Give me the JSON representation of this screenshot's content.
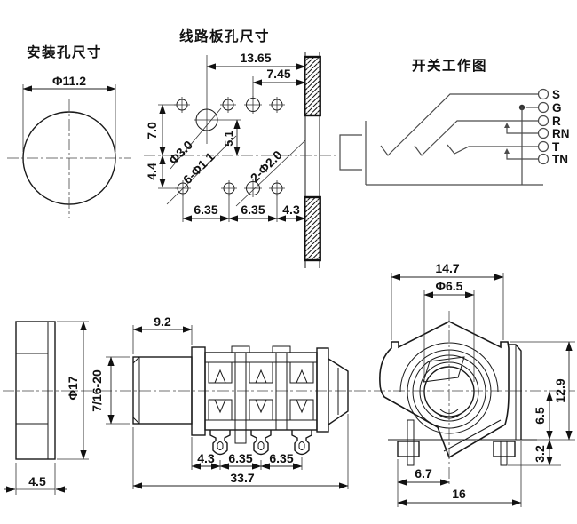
{
  "colors": {
    "line": "#1a1a1a",
    "schematic": "#4b4b4b",
    "background": "#ffffff"
  },
  "views": {
    "mounting": {
      "title": "安装孔尺寸",
      "dims": {
        "diameter": "Φ11.2"
      }
    },
    "pcb": {
      "title": "线路板孔尺寸",
      "dims": {
        "w1": "13.65",
        "w2": "7.45",
        "h1": "7.0",
        "h2": "4.4",
        "h3": "5.1",
        "b1": "6.35",
        "b2": "6.35",
        "b3": "4.3"
      },
      "labels": {
        "big_hole": "Φ3.0",
        "small_holes": "6-Φ1.1",
        "mid_holes": "2-Φ2.0"
      }
    },
    "switch": {
      "title": "开关工作图",
      "terminals": [
        {
          "label": "S"
        },
        {
          "label": "G"
        },
        {
          "label": "R"
        },
        {
          "label": "RN"
        },
        {
          "label": "T"
        },
        {
          "label": "TN"
        }
      ]
    },
    "nut": {
      "dims": {
        "diameter": "Φ17",
        "thickness": "4.5"
      }
    },
    "side": {
      "dims": {
        "thread": "7/16-20",
        "front_len": "9.2",
        "p1": "4.3",
        "p2": "6.35",
        "p3": "6.35",
        "total": "33.7"
      }
    },
    "front": {
      "dims": {
        "width": "14.7",
        "hole": "Φ6.5",
        "height": "12.9",
        "center_h": "6.5",
        "pin_h": "3.2",
        "pin_x": "6.7",
        "base_w": "16"
      }
    }
  }
}
